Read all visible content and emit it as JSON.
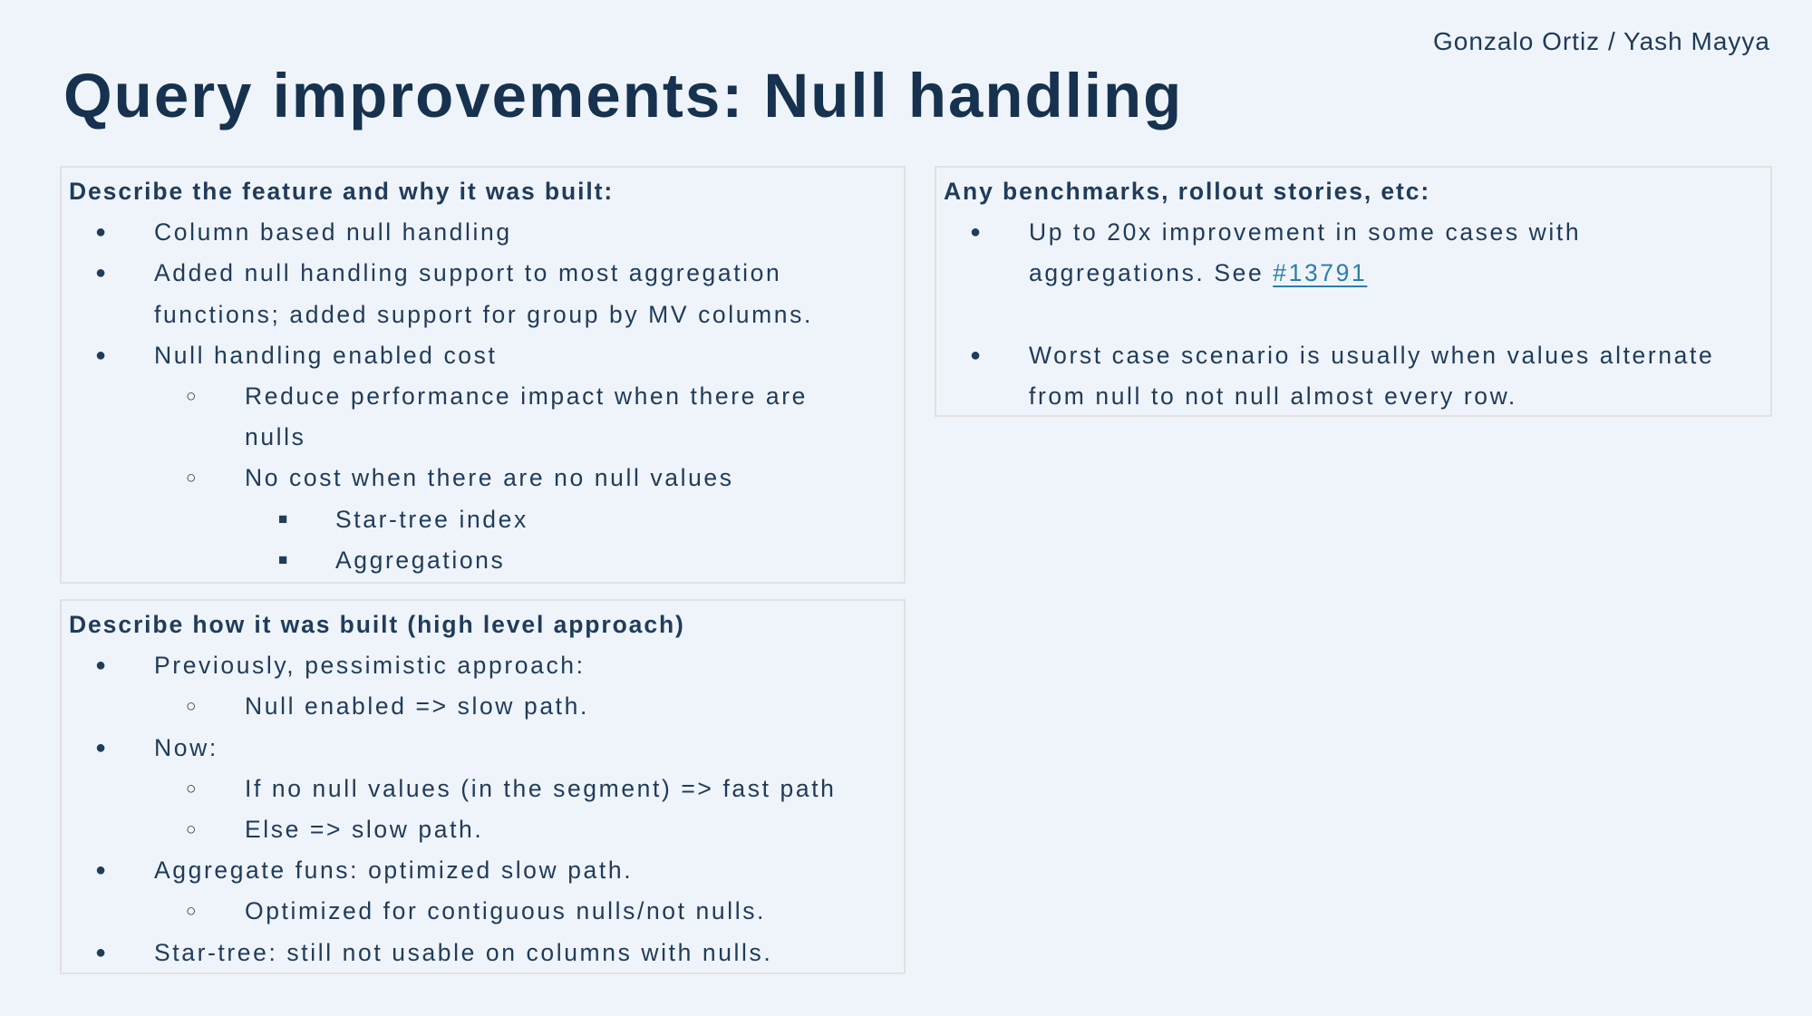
{
  "page": {
    "background_color": "#eff4fb",
    "text_color": "#203c59",
    "title_color": "#16324f",
    "link_color": "#2b7fa8",
    "box_border_color": "#e3e1de"
  },
  "byline": "Gonzalo Ortiz / Yash Mayya",
  "title": "Query improvements: Null handling",
  "bullet_glyphs": {
    "1": "●",
    "2": "○",
    "3": "■"
  },
  "bullet_glyph_names": {
    "1": "bullet-filled-circle-icon",
    "2": "bullet-hollow-circle-icon",
    "3": "bullet-filled-square-icon"
  },
  "boxes": [
    {
      "name": "feature-textbox",
      "heading": "Describe the feature and why it was built:",
      "items": [
        {
          "level": 1,
          "lines": [
            "Column based null handling"
          ]
        },
        {
          "level": 1,
          "lines": [
            "Added null handling support to most aggregation",
            "functions; added support for group by MV columns."
          ]
        },
        {
          "level": 1,
          "lines": [
            "Null handling enabled cost"
          ]
        },
        {
          "level": 2,
          "lines": [
            "Reduce performance impact when there are",
            "nulls"
          ]
        },
        {
          "level": 2,
          "lines": [
            "No cost when there are no null values"
          ]
        },
        {
          "level": 3,
          "lines": [
            "Star-tree index"
          ]
        },
        {
          "level": 3,
          "lines": [
            "Aggregations"
          ]
        }
      ]
    },
    {
      "name": "how-built-textbox",
      "heading": "Describe how it was built (high level approach)",
      "items": [
        {
          "level": 1,
          "lines": [
            "Previously, pessimistic approach:"
          ]
        },
        {
          "level": 2,
          "lines": [
            "Null enabled => slow path."
          ]
        },
        {
          "level": 1,
          "lines": [
            "Now:"
          ]
        },
        {
          "level": 2,
          "lines": [
            "If no null values (in the segment) => fast path"
          ]
        },
        {
          "level": 2,
          "lines": [
            "Else => slow path."
          ]
        },
        {
          "level": 1,
          "lines": [
            "Aggregate funs: optimized slow path."
          ]
        },
        {
          "level": 2,
          "lines": [
            "Optimized for contiguous nulls/not nulls."
          ]
        },
        {
          "level": 1,
          "lines": [
            "Star-tree: still not usable on columns with nulls."
          ]
        }
      ]
    },
    {
      "name": "benchmarks-textbox",
      "heading": "Any benchmarks, rollout stories, etc:",
      "items": [
        {
          "level": 1,
          "lines": [
            "Up to 20x improvement in some cases with",
            {
              "text": "aggregations. See ",
              "link": "#13791"
            }
          ]
        },
        {
          "spacer": true
        },
        {
          "level": 1,
          "lines": [
            "Worst case scenario is usually when values alternate",
            "from null to not null almost every row."
          ]
        }
      ]
    }
  ]
}
